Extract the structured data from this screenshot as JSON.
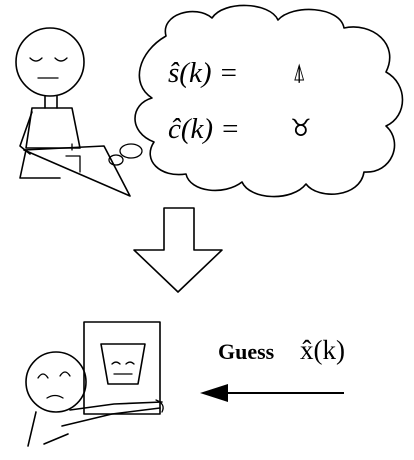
{
  "thought_bubble": {
    "line1_math": "ŝ(k) =",
    "line1_symbol": "⍋",
    "line2_math": "ĉ(k) =",
    "line2_symbol": "♉"
  },
  "guess": {
    "label": "Guess",
    "math": "x̂(k)"
  },
  "colors": {
    "ink": "#000000",
    "background": "#ffffff"
  }
}
